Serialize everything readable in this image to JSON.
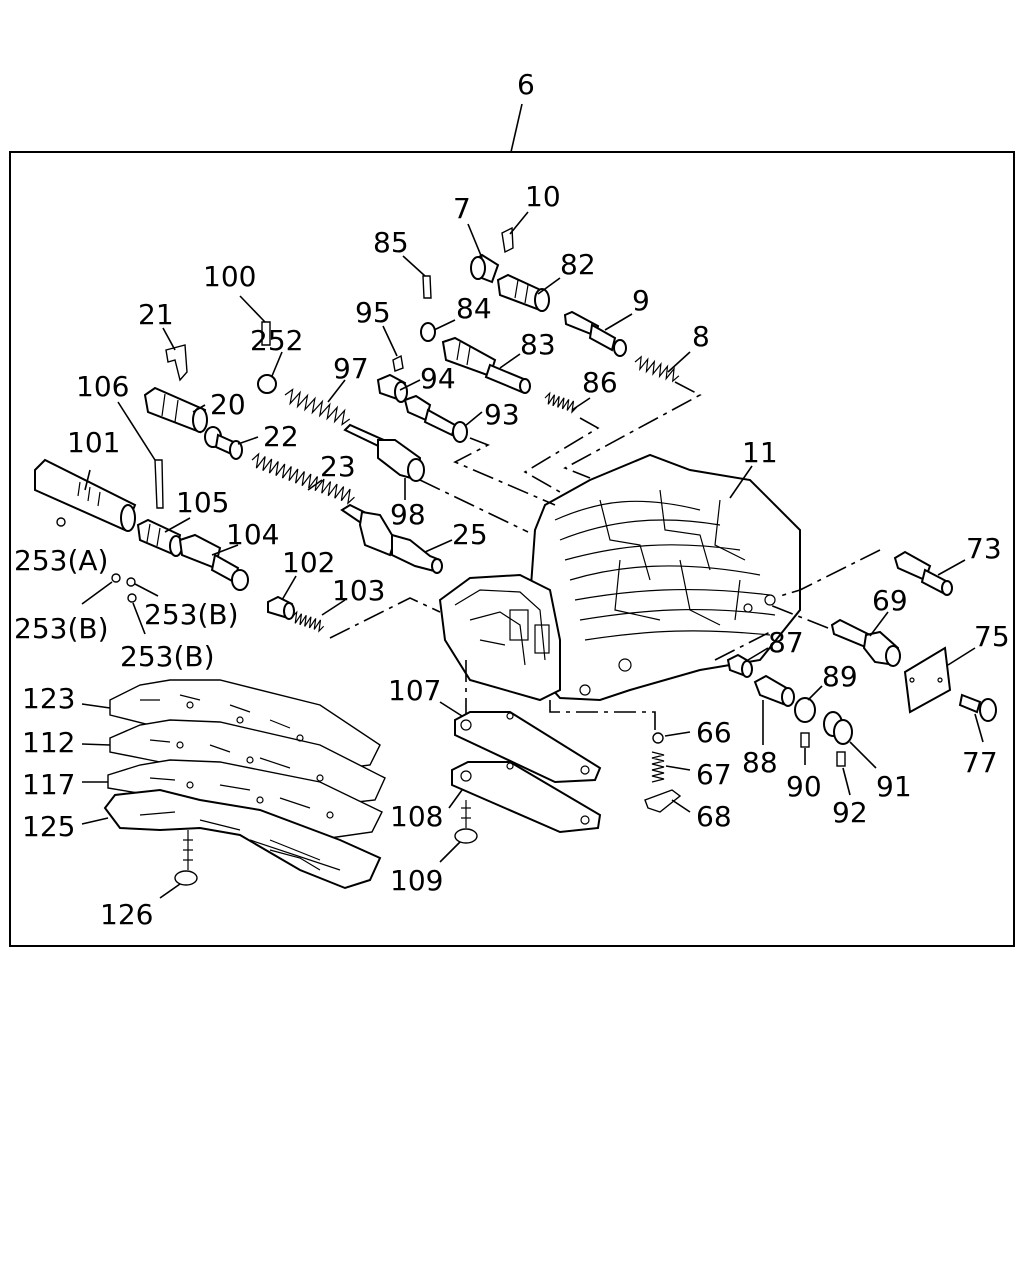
{
  "diagram": {
    "callouts": {
      "c6": "6",
      "c7": "7",
      "c10": "10",
      "c85": "85",
      "c82": "82",
      "c100": "100",
      "c95": "95",
      "c84": "84",
      "c9": "9",
      "c21": "21",
      "c252": "252",
      "c8": "8",
      "c83": "83",
      "c97": "97",
      "c94": "94",
      "c86": "86",
      "c106": "106",
      "c20": "20",
      "c93": "93",
      "c22": "22",
      "c101": "101",
      "c11": "11",
      "c23": "23",
      "c98": "98",
      "c105": "105",
      "c25": "25",
      "c104": "104",
      "c253a": "253(A)",
      "c73": "73",
      "c102": "102",
      "c103": "103",
      "c69": "69",
      "c253b1": "253(B)",
      "c253b2": "253(B)",
      "c75": "75",
      "c253b3": "253(B)",
      "c87": "87",
      "c89": "89",
      "c123": "123",
      "c107": "107",
      "c66": "66",
      "c112": "112",
      "c88": "88",
      "c77": "77",
      "c67": "67",
      "c117": "117",
      "c90": "90",
      "c91": "91",
      "c108": "108",
      "c68": "68",
      "c92": "92",
      "c125": "125",
      "c109": "109",
      "c126": "126"
    }
  }
}
